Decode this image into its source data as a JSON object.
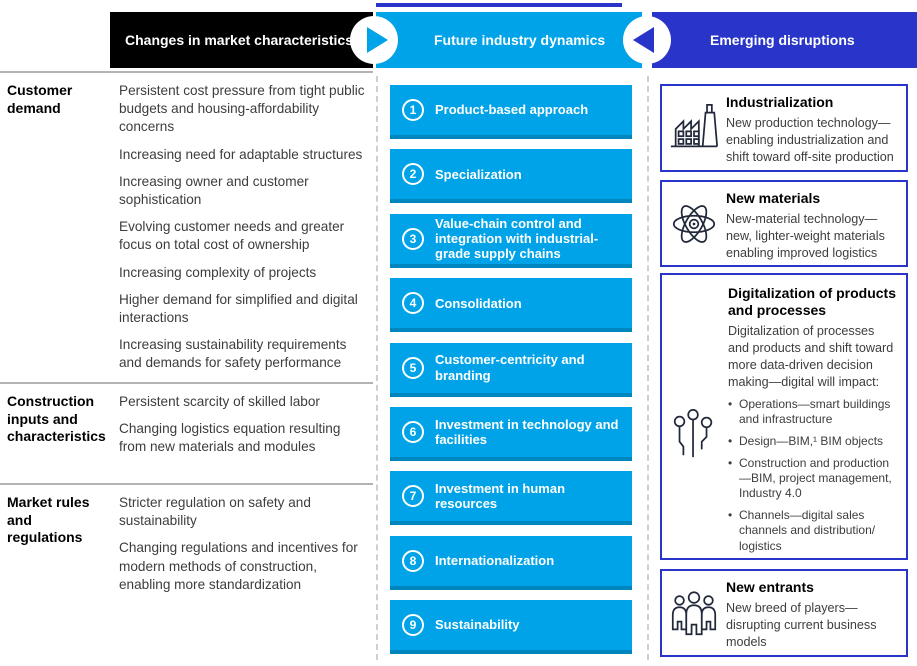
{
  "colors": {
    "light_blue": "#00a3e8",
    "light_blue_edge": "#0086bf",
    "dark_blue": "#2835c8",
    "header_black": "#000000"
  },
  "header": {
    "tabs": [
      {
        "label": "Changes in market characteristics"
      },
      {
        "label": "Future industry dynamics"
      },
      {
        "label": "Emerging disruptions"
      }
    ]
  },
  "market_characteristics": {
    "rows": [
      {
        "label": "Customer demand",
        "items": [
          "Persistent cost pressure from tight public budgets and housing-affordability concerns",
          "Increasing need for adaptable structures",
          "Increasing owner and customer sophistication",
          "Evolving customer needs and greater focus on total cost of ownership",
          "Increasing complexity of projects",
          "Higher demand for simplified and digital interactions",
          "Increasing sustainability requirements and demands for safety performance"
        ]
      },
      {
        "label": "Construction inputs and characteristics",
        "items": [
          "Persistent scarcity of skilled labor",
          "Changing logistics equation resulting from new materials and modules"
        ]
      },
      {
        "label": "Market rules and regulations",
        "items": [
          "Stricter regulation on safety and sustainability",
          "Changing regulations and incentives for modern methods of construction, enabling more standardization"
        ]
      }
    ]
  },
  "industry_dynamics": {
    "boxes": [
      {
        "number": "1",
        "label": "Product-based approach"
      },
      {
        "number": "2",
        "label": "Specialization"
      },
      {
        "number": "3",
        "label": "Value-chain control and integration with industrial-grade supply chains"
      },
      {
        "number": "4",
        "label": "Consolidation"
      },
      {
        "number": "5",
        "label": "Customer-centricity and branding"
      },
      {
        "number": "6",
        "label": "Investment in technology and facilities"
      },
      {
        "number": "7",
        "label": "Investment in human resources"
      },
      {
        "number": "8",
        "label": "Internationalization"
      },
      {
        "number": "9",
        "label": "Sustainability"
      }
    ]
  },
  "emerging_disruptions": {
    "boxes": [
      {
        "icon": "factory-icon",
        "title": "Industrialization",
        "body": "New production technology—enabling industrialization and shift toward off-site production"
      },
      {
        "icon": "atom-icon",
        "title": "New materials",
        "body": "New-material technology—new, lighter-weight materials enabling improved logistics"
      },
      {
        "icon": "circuit-nodes-icon",
        "title": "Digitalization of products and processes",
        "body": "Digitalization of processes and products and shift toward more data-driven decision making—digital will impact:",
        "bullets": [
          "Operations—smart buildings and infrastructure",
          "Design—BIM,¹ BIM objects",
          "Construction and production—BIM, project management, Industry 4.0",
          "Channels—digital sales channels and distribution/ logistics"
        ]
      },
      {
        "icon": "people-icon",
        "title": "New entrants",
        "body": "New breed of players—disrupting current business models"
      }
    ]
  }
}
